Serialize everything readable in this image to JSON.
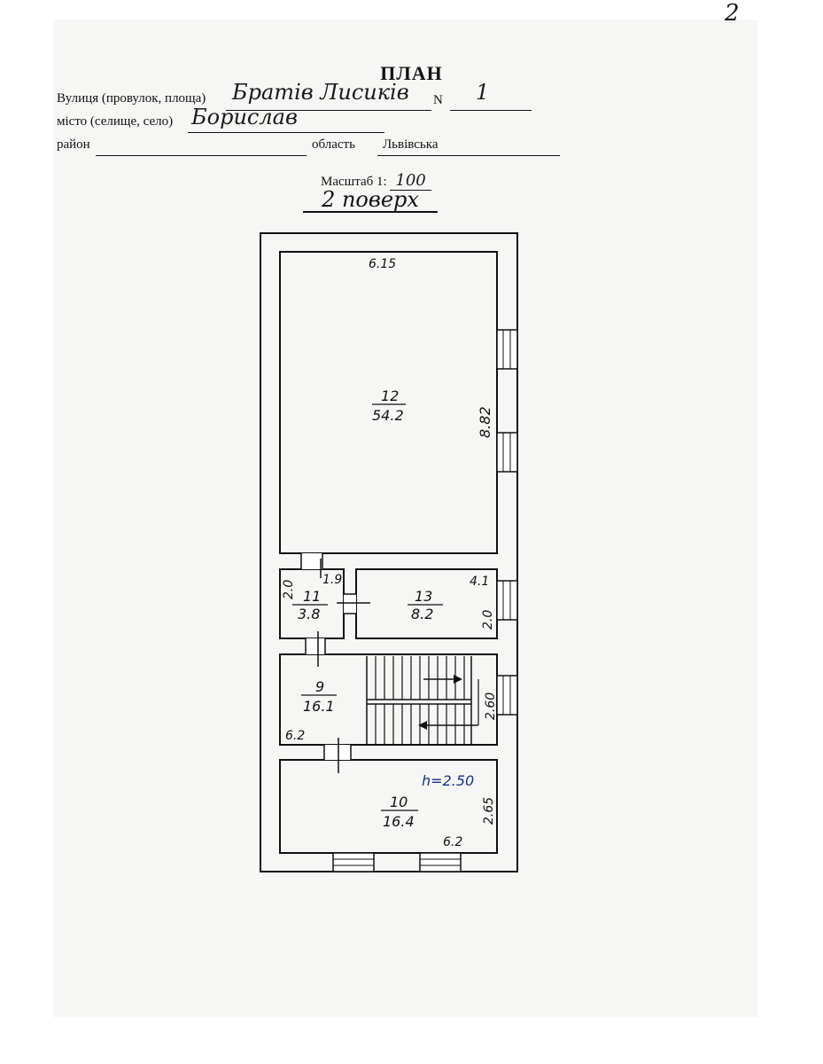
{
  "page_number": "2",
  "title": "ПЛАН",
  "form": {
    "street_label": "Вулиця (провулок, площа)",
    "street_value": "Братів Лисиків",
    "number_label": "N",
    "number_value": "1",
    "city_label": "місто (селище, село)",
    "city_value": "Борислав",
    "district_label": "район",
    "region_label": "область",
    "region_value": "Львівська"
  },
  "scale": {
    "label": "Масштаб 1:",
    "value": "100"
  },
  "floor_label": "2 поверх",
  "rooms": [
    {
      "number": "12",
      "area": "54.2"
    },
    {
      "number": "11",
      "area": "3.8"
    },
    {
      "number": "13",
      "area": "8.2"
    },
    {
      "number": "9",
      "area": "16.1"
    },
    {
      "number": "10",
      "area": "16.4"
    }
  ],
  "dimensions": {
    "r12_width": "6.15",
    "r12_length": "8.82",
    "r11_width": "1.9",
    "r11_height": "2.0",
    "r13_width": "4.1",
    "r13_height": "2.0",
    "r9_height": "2.60",
    "r9_width": "6.2",
    "r10_height": "2.65",
    "r10_width": "6.2",
    "ceiling_height": "h=2.50"
  }
}
